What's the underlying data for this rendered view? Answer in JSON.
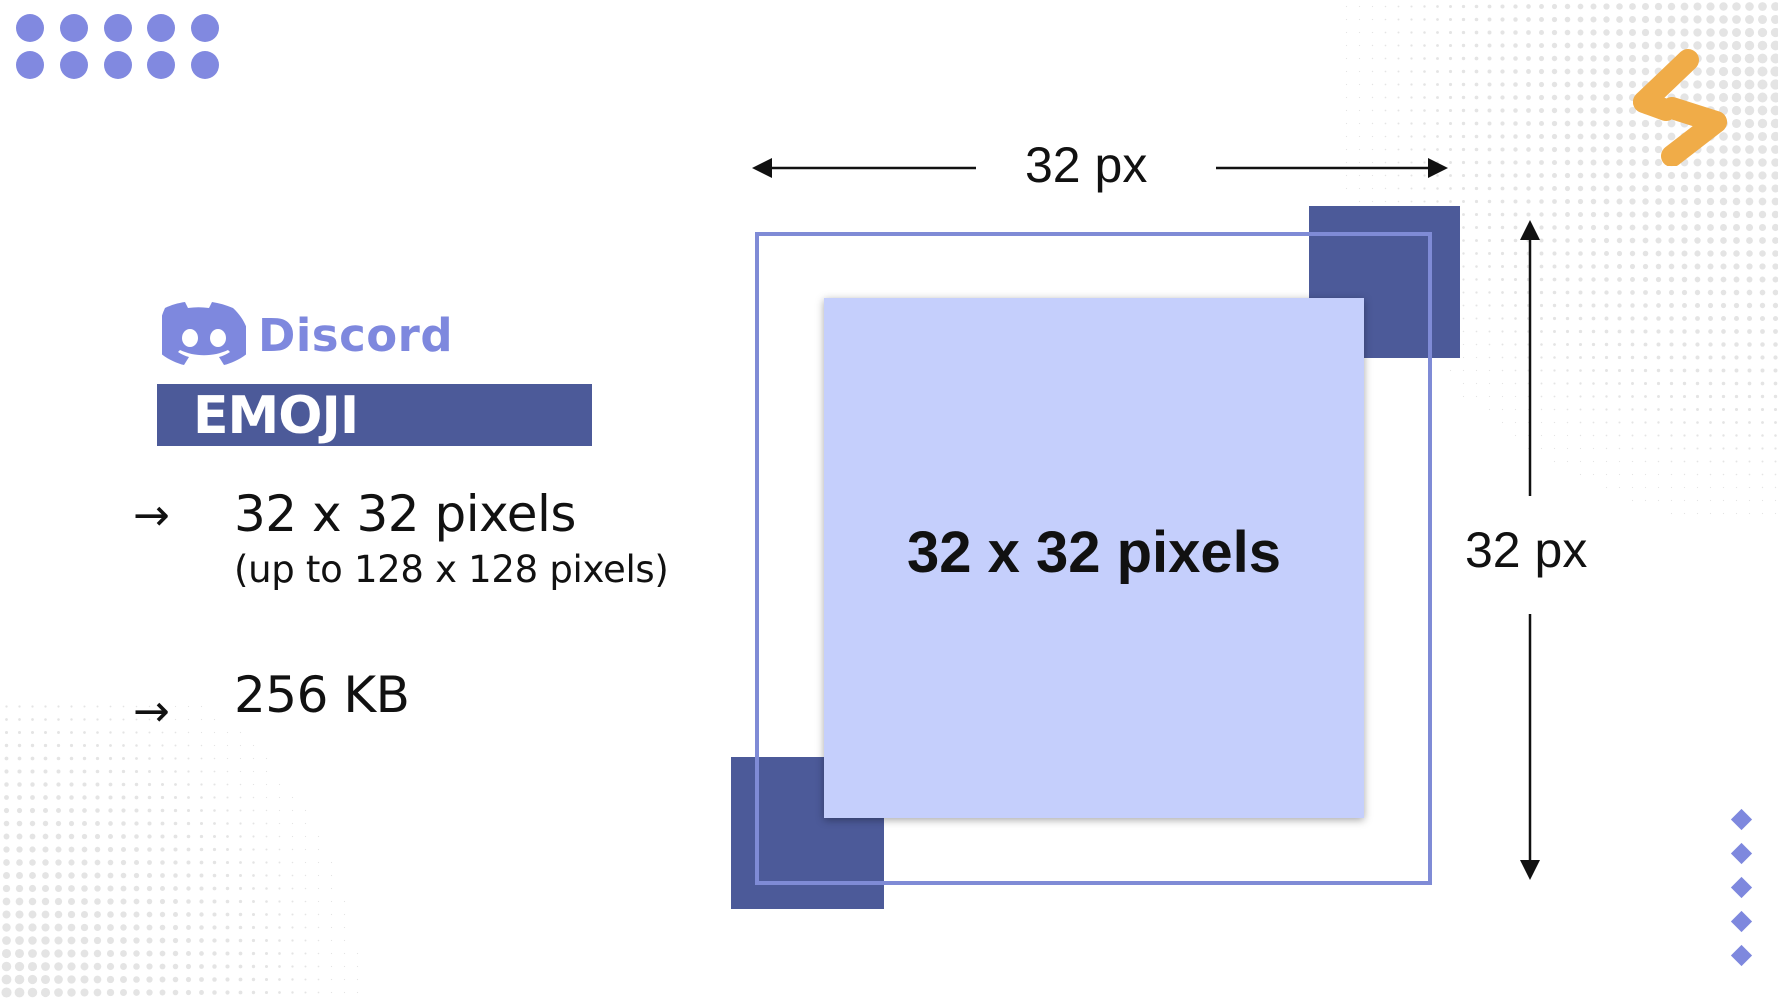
{
  "brand": {
    "name": "Discord",
    "logo_icon": "discord-logo-icon",
    "brand_color": "#7e88de"
  },
  "banner": {
    "label": "EMOJI",
    "color": "#4c5a99"
  },
  "specs": [
    {
      "arrow": "→",
      "main": "32 x 32 pixels",
      "sub": "(up to 128 x 128 pixels)"
    },
    {
      "arrow": "→",
      "main": "256 KB"
    }
  ],
  "diagram": {
    "center_label": "32 x 32 pixels",
    "width_label": "32 px",
    "height_label": "32 px",
    "inner_color": "#c5cffc",
    "frame_color": "#7f8bd6",
    "accent_color": "#4c5a99"
  },
  "decor": {
    "corner_logo_icon": "orange-stripes-logo-icon",
    "corner_logo_color": "#f0ac48",
    "dot_color": "#8189e0",
    "diamond_color": "#7e88de"
  }
}
